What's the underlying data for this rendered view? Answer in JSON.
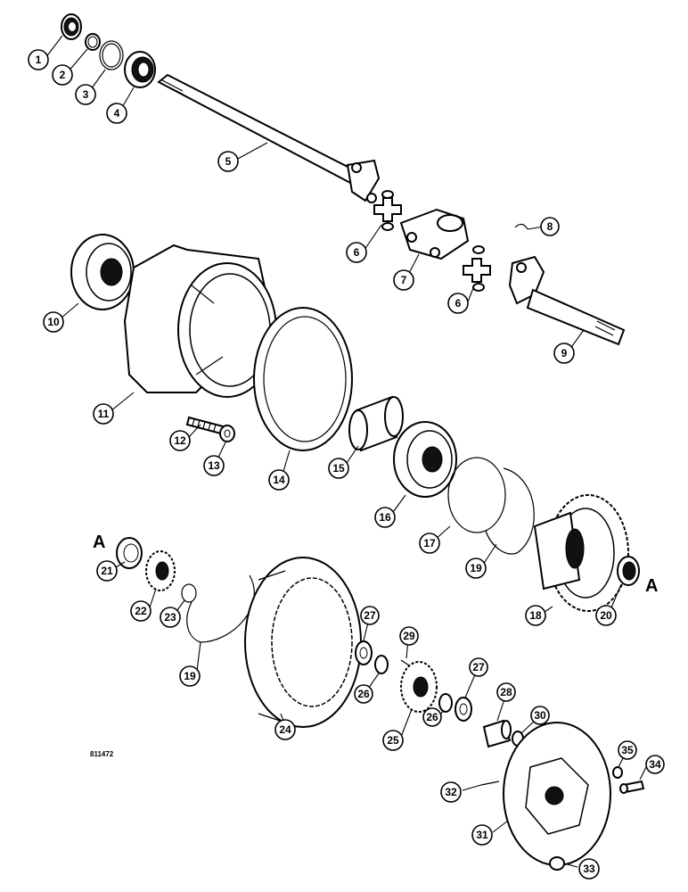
{
  "callouts": [
    "1",
    "2",
    "3",
    "4",
    "5",
    "6",
    "7",
    "8",
    "6",
    "9",
    "10",
    "11",
    "12",
    "13",
    "14",
    "15",
    "16",
    "17",
    "19",
    "18",
    "20",
    "21",
    "22",
    "23",
    "19",
    "24",
    "27",
    "26",
    "29",
    "25",
    "26",
    "27",
    "28",
    "30",
    "35",
    "34",
    "32",
    "31",
    "33"
  ],
  "ref_letters": [
    "A",
    "A"
  ],
  "figure_code": "811472"
}
